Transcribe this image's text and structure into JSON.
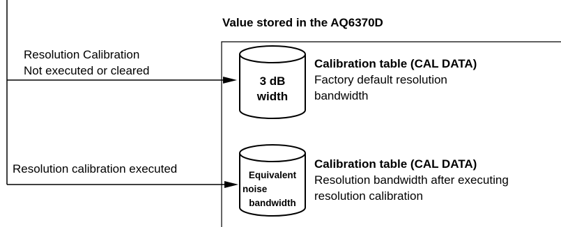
{
  "header": {
    "title": "Value stored in the AQ6370D"
  },
  "paths": [
    {
      "condition_lines": [
        "Resolution Calibration",
        "Not executed or cleared"
      ],
      "cylinder_lines": [
        "3 dB",
        "width"
      ],
      "table_title": "Calibration table (CAL DATA)",
      "table_desc_lines": [
        "Factory default resolution",
        "bandwidth"
      ]
    },
    {
      "condition_lines": [
        "Resolution calibration executed"
      ],
      "cylinder_lines": [
        "Equivalent",
        "noise",
        "bandwidth"
      ],
      "table_title": "Calibration table (CAL DATA)",
      "table_desc_lines": [
        "Resolution bandwidth after executing",
        "resolution calibration"
      ]
    }
  ]
}
